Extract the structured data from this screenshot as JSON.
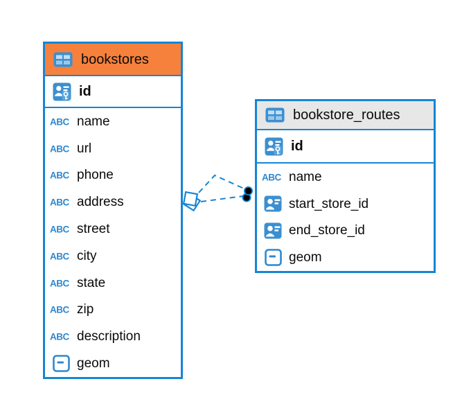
{
  "diagram": {
    "accent_color": "#1585D5",
    "background_color": "#FFFFFF",
    "icon_blue": "#3B8FD1",
    "text_icon_blue": "#2F88CF"
  },
  "tables": [
    {
      "name": "bookstores",
      "header_color": "#F6813C",
      "header_icon": "table-icon",
      "primary_key": {
        "name": "id",
        "icon": "primary-key-icon"
      },
      "fields": [
        {
          "name": "name",
          "icon": "text-abc-icon"
        },
        {
          "name": "url",
          "icon": "text-abc-icon"
        },
        {
          "name": "phone",
          "icon": "text-abc-icon"
        },
        {
          "name": "address",
          "icon": "text-abc-icon"
        },
        {
          "name": "street",
          "icon": "text-abc-icon"
        },
        {
          "name": "city",
          "icon": "text-abc-icon"
        },
        {
          "name": "state",
          "icon": "text-abc-icon"
        },
        {
          "name": "zip",
          "icon": "text-abc-icon"
        },
        {
          "name": "description",
          "icon": "text-abc-icon"
        },
        {
          "name": "geom",
          "icon": "geometry-icon"
        }
      ]
    },
    {
      "name": "bookstore_routes",
      "header_color": "#E7E7E7",
      "header_icon": "table-icon",
      "primary_key": {
        "name": "id",
        "icon": "primary-key-icon"
      },
      "fields": [
        {
          "name": "name",
          "icon": "text-abc-icon"
        },
        {
          "name": "start_store_id",
          "icon": "person-ref-icon"
        },
        {
          "name": "end_store_id",
          "icon": "person-ref-icon"
        },
        {
          "name": "geom",
          "icon": "geometry-icon"
        }
      ]
    }
  ],
  "relations": [
    {
      "from_table": "bookstore_routes",
      "to_table": "bookstores",
      "line_style": "dashed"
    },
    {
      "from_table": "bookstore_routes",
      "to_table": "bookstores",
      "line_style": "dashed"
    }
  ]
}
